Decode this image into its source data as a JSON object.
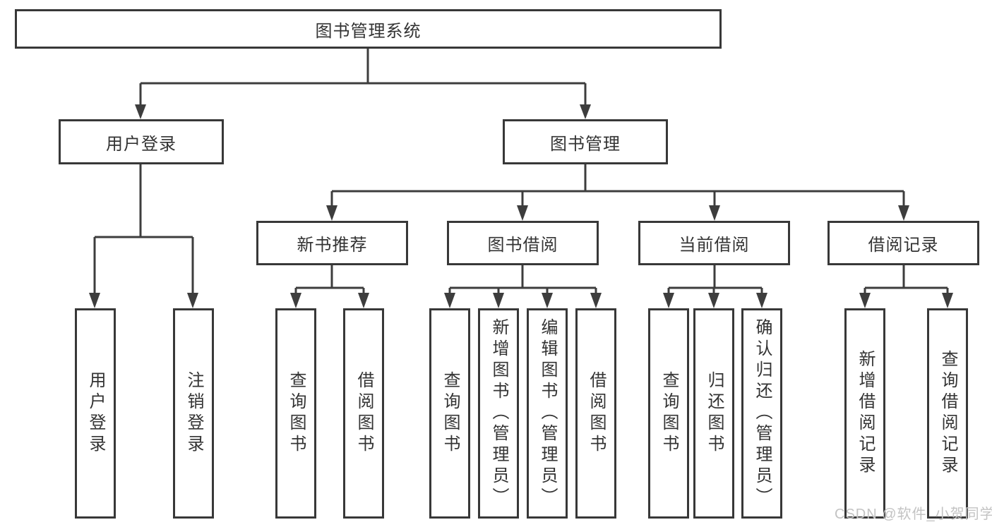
{
  "diagram_type": "hierarchy-tree",
  "tree": {
    "root": {
      "label": "图书管理系统",
      "children": [
        {
          "label": "用户登录",
          "children": [
            {
              "label": "用户登录"
            },
            {
              "label": "注销登录"
            }
          ]
        },
        {
          "label": "图书管理",
          "children": [
            {
              "label": "新书推荐",
              "children": [
                {
                  "label": "查询图书"
                },
                {
                  "label": "借阅图书"
                }
              ]
            },
            {
              "label": "图书借阅",
              "children": [
                {
                  "label": "查询图书"
                },
                {
                  "label": "新增图书（管理员）"
                },
                {
                  "label": "编辑图书（管理员）"
                },
                {
                  "label": "借阅图书"
                }
              ]
            },
            {
              "label": "当前借阅",
              "children": [
                {
                  "label": "查询图书"
                },
                {
                  "label": "归还图书"
                },
                {
                  "label": "确认归还（管理员）"
                }
              ]
            },
            {
              "label": "借阅记录",
              "children": [
                {
                  "label": "新增借阅记录"
                },
                {
                  "label": "查询借阅记录"
                }
              ]
            }
          ]
        }
      ]
    }
  },
  "watermark": {
    "text": "CSDN @软件_小贺同学"
  },
  "colors": {
    "line": "#3d3d3d",
    "box_border": "#383838",
    "text": "#333333",
    "watermark": "#c3c3c3",
    "background": "#ffffff"
  }
}
